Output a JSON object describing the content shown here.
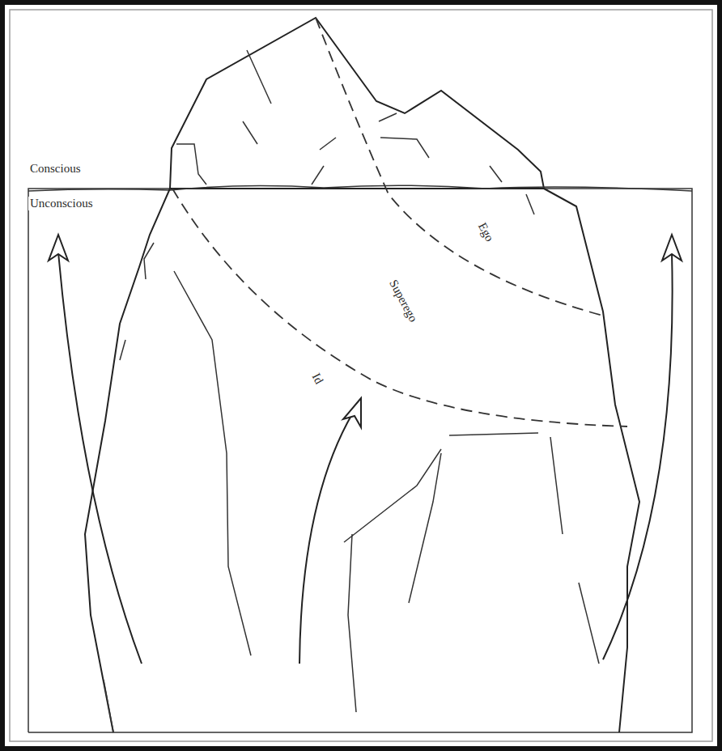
{
  "diagram": {
    "labels": [
      "Conscious",
      "Unconscious",
      "Ego",
      "Superego",
      "Id"
    ]
  }
}
